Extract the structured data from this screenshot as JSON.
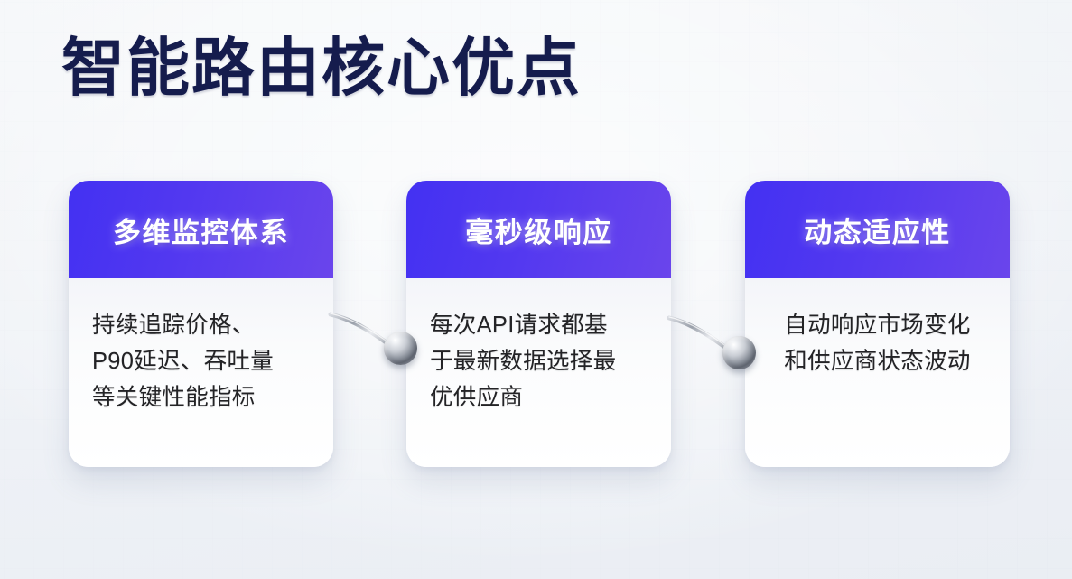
{
  "slide": {
    "title": "智能路由核心优点",
    "background_color": "#f2f5f8",
    "title_color": "#151c4d",
    "accent_color": "#5238f0"
  },
  "cards": [
    {
      "title": "多维监控体系",
      "body": "持续追踪价格、\nP90延迟、吞吐量\n等关键性能指标",
      "align": "left"
    },
    {
      "title": "毫秒级响应",
      "body": "每次API请求都基\n于最新数据选择最\n优供应商",
      "align": "left"
    },
    {
      "title": "动态适应性",
      "body": "自动响应市场变化\n和供应商状态波动",
      "align": "center"
    }
  ],
  "connectors": [
    {
      "name": "metallic-pin-connector-1"
    },
    {
      "name": "metallic-pin-connector-2"
    }
  ]
}
